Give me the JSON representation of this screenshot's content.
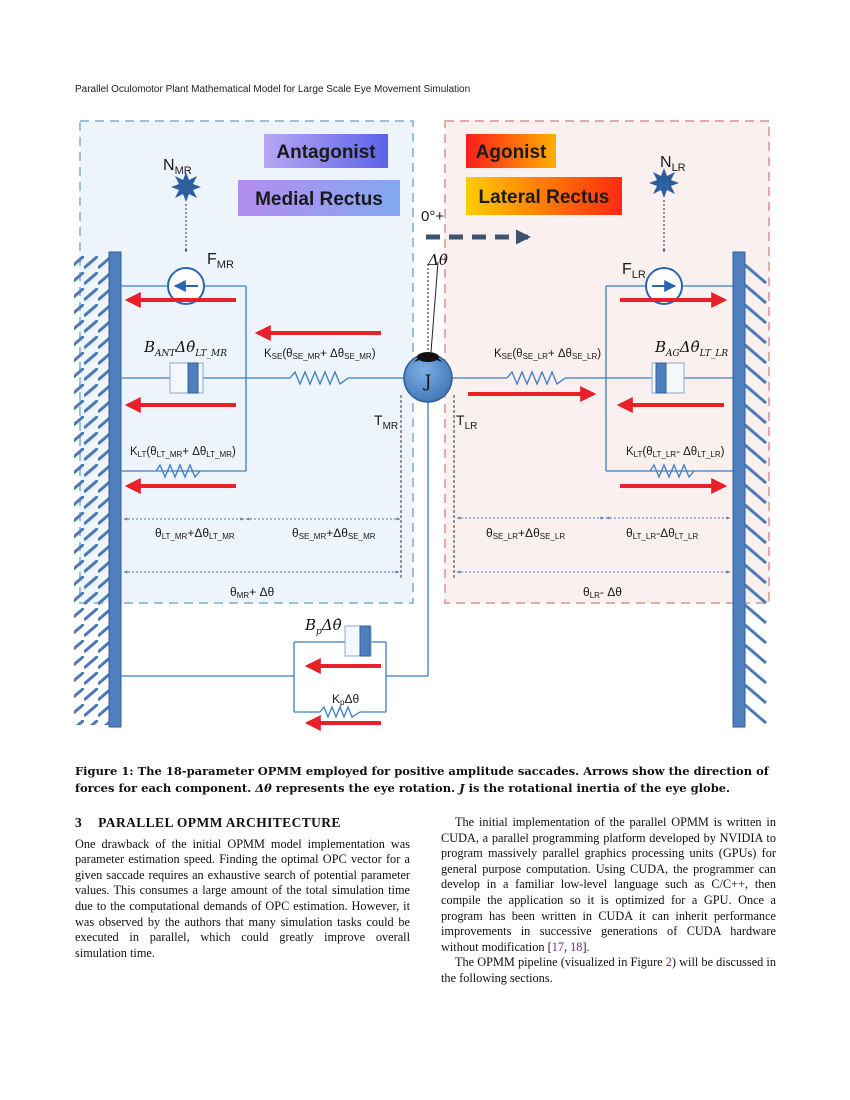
{
  "header": {
    "running_title": "Parallel Oculomotor Plant Mathematical Model for Large Scale Eye Movement Simulation"
  },
  "figure": {
    "antagonist_label": "Antagonist",
    "medial_rectus_label": "Medial Rectus",
    "agonist_label": "Agonist",
    "lateral_rectus_label": "Lateral Rectus",
    "n_mr": "N",
    "n_mr_sub": "MR",
    "n_lr": "N",
    "n_lr_sub": "LR",
    "f_mr": "F",
    "f_mr_sub": "MR",
    "f_lr": "F",
    "f_lr_sub": "LR",
    "zero_plus": "0°+",
    "delta_theta": "Δθ",
    "j_label": "J",
    "b_ant": "B",
    "b_ant_sub": "ANT",
    "b_ant_rest": "Δθ̇",
    "b_ant_sub2": "LT_MR",
    "b_ag": "B",
    "b_ag_sub": "AG",
    "b_ag_rest": "Δθ̇",
    "b_ag_sub2": "LT_LR",
    "kse_mr": "K",
    "kse_mr_sub": "SE",
    "kse_mr_rest": "(θ",
    "kse_mr_sub2": "SE_MR",
    "kse_mr_rest2": "+ Δθ",
    "kse_mr_sub3": "SE_MR",
    "kse_mr_end": ")",
    "kse_lr": "K",
    "kse_lr_sub": "SE",
    "kse_lr_rest": "(θ",
    "kse_lr_sub2": "SE_LR",
    "kse_lr_rest2": "+ Δθ",
    "kse_lr_sub3": "SE_LR",
    "kse_lr_end": ")",
    "klt_mr": "K",
    "klt_mr_sub": "LT",
    "klt_mr_rest": "(θ",
    "klt_mr_sub2": "LT_MR",
    "klt_mr_rest2": "+ Δθ",
    "klt_mr_sub3": "LT_MR",
    "klt_mr_end": ")",
    "klt_lr": "K",
    "klt_lr_sub": "LT",
    "klt_lr_rest": "(θ",
    "klt_lr_sub2": "LT_LR",
    "klt_lr_rest2": "- Δθ",
    "klt_lr_sub3": "LT_LR",
    "klt_lr_end": ")",
    "t_mr": "T",
    "t_mr_sub": "MR",
    "t_lr": "T",
    "t_lr_sub": "LR",
    "dim_lt_mr": "θ",
    "dim_lt_mr_sub": "LT_MR",
    "dim_lt_mr_rest": "+Δθ",
    "dim_lt_mr_sub2": "LT_MR",
    "dim_se_mr": "θ",
    "dim_se_mr_sub": "SE_MR",
    "dim_se_mr_rest": "+Δθ",
    "dim_se_mr_sub2": "SE_MR",
    "dim_se_lr": "θ",
    "dim_se_lr_sub": "SE_LR",
    "dim_se_lr_rest": "+Δθ",
    "dim_se_lr_sub2": "SE_LR",
    "dim_lt_lr": "θ",
    "dim_lt_lr_sub": "LT_LR",
    "dim_lt_lr_rest": "-Δθ",
    "dim_lt_lr_sub2": "LT_LR",
    "dim_mr_total": "θ",
    "dim_mr_total_sub": "MR",
    "dim_mr_total_rest": "+ Δθ",
    "dim_lr_total": "θ",
    "dim_lr_total_sub": "LR",
    "dim_lr_total_rest": "- Δθ",
    "bp": "B",
    "bp_sub": "p",
    "bp_rest": "Δθ̇",
    "kp": "K",
    "kp_sub": "p",
    "kp_rest": "Δθ",
    "colors": {
      "red_arrow": "#e8202a",
      "blue_line": "#3b7dc4",
      "wall": "#4a7ab8",
      "dark_arrow": "#3d5370",
      "mr_panel": "#eef4fb",
      "lr_panel": "#fbf0f0"
    }
  },
  "caption": {
    "label": "Figure 1:",
    "part1": "The 18-parameter OPMM employed for positive amplitude saccades. Arrows show the direction of forces for each component.",
    "delta_theta": "Δθ",
    "part2": "represents the eye rotation.",
    "j": "J",
    "part3": "is the rotational inertia of the eye globe."
  },
  "section": {
    "number": "3",
    "title": "PARALLEL OPMM ARCHITECTURE",
    "left_paragraph": "One drawback of the initial OPMM model implementation was parameter estimation speed. Finding the optimal OPC vector for a given saccade requires an exhaustive search of potential parameter values. This consumes a large amount of the total simulation time due to the computational demands of OPC estimation. However, it was observed by the authors that many simulation tasks could be executed in parallel, which could greatly improve overall simulation time.",
    "right_paragraph1": "The initial implementation of the parallel OPMM is written in CUDA, a parallel programming platform developed by NVIDIA to program massively parallel graphics processing units (GPUs) for general purpose computation. Using CUDA, the programmer can develop in a familiar low-level language such as C/C++, then compile the application so it is optimized for a GPU. Once a program has been written in CUDA it can inherit performance improvements in successive generations of CUDA hardware without modification",
    "right_p1_open": "[",
    "cite1": "17",
    "cite_sep": ", ",
    "cite2": "18",
    "right_p1_close": "].",
    "right_p2_start": "The OPMM pipeline (visualized in Figure",
    "cite_fig": "2",
    "right_p2_end": ") will be discussed in the following sections."
  }
}
